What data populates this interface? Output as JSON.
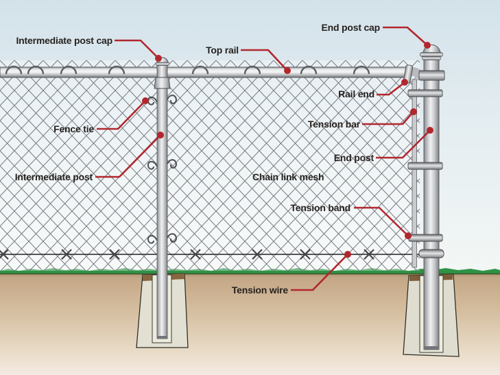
{
  "diagram": "chain-link-fence-parts",
  "labels": {
    "intermediate_post_cap": "Intermediate post cap",
    "top_rail": "Top rail",
    "end_post_cap": "End post cap",
    "rail_end": "Rail end",
    "tension_bar": "Tension bar",
    "end_post": "End post",
    "chain_link_mesh": "Chain link mesh",
    "tension_band": "Tension band",
    "fence_tie": "Fence tie",
    "intermediate_post": "Intermediate post",
    "tension_wire": "Tension wire"
  },
  "colors": {
    "callout_red": "#b1272e",
    "label_text": "#26221f",
    "grass_green": "#2e9345",
    "soil_tan": "#c4a786",
    "concrete": "#e1dfd2",
    "footing_soil_cap": "#7d5e39",
    "metal_gray": "#c7c9cb",
    "mesh_line": "#70727a",
    "tension_wire_black": "#202126",
    "sky_blue": "#d3e2ea"
  }
}
